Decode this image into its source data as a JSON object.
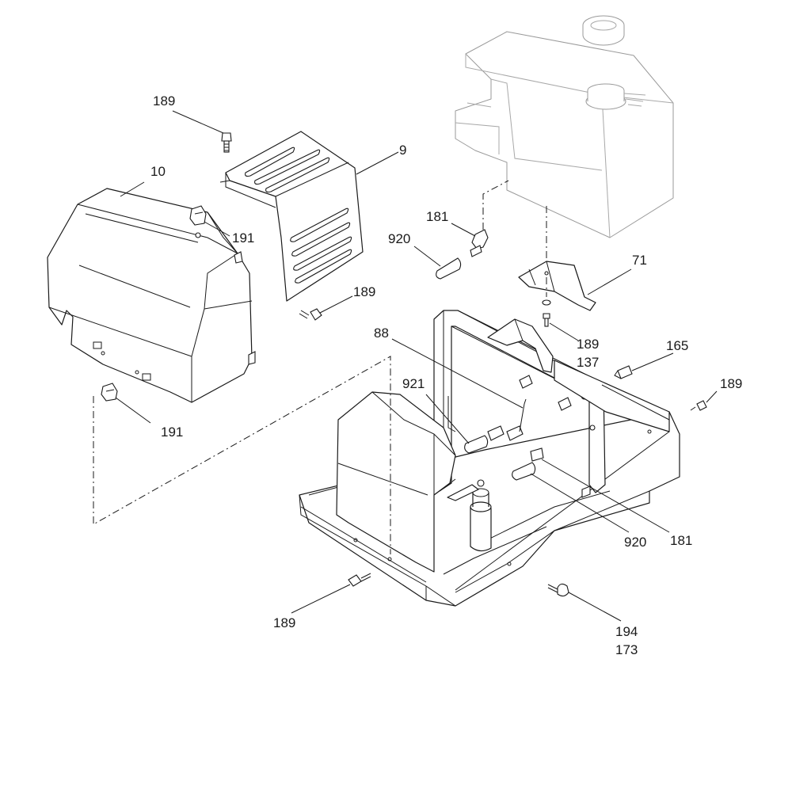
{
  "diagram": {
    "parts": [
      {
        "id": "cover-front",
        "callout": "10"
      },
      {
        "id": "cover-rear",
        "callout": "9"
      },
      {
        "id": "bracket",
        "callout": "71"
      },
      {
        "id": "fuel-line",
        "callout": "88"
      },
      {
        "id": "fitting",
        "callout": "165"
      }
    ],
    "callouts": {
      "c189_top": "189",
      "c10": "10",
      "c9": "9",
      "c191_upper": "191",
      "c189_mid": "189",
      "c191_lower": "191",
      "c181_top": "181",
      "c920_top": "920",
      "c71": "71",
      "c189_bracket": "189",
      "c137": "137",
      "c88": "88",
      "c165": "165",
      "c921": "921",
      "c189_right": "189",
      "c920_bottom": "920",
      "c181_bottom": "181",
      "c189_bottom": "189",
      "c194": "194",
      "c173": "173"
    }
  }
}
